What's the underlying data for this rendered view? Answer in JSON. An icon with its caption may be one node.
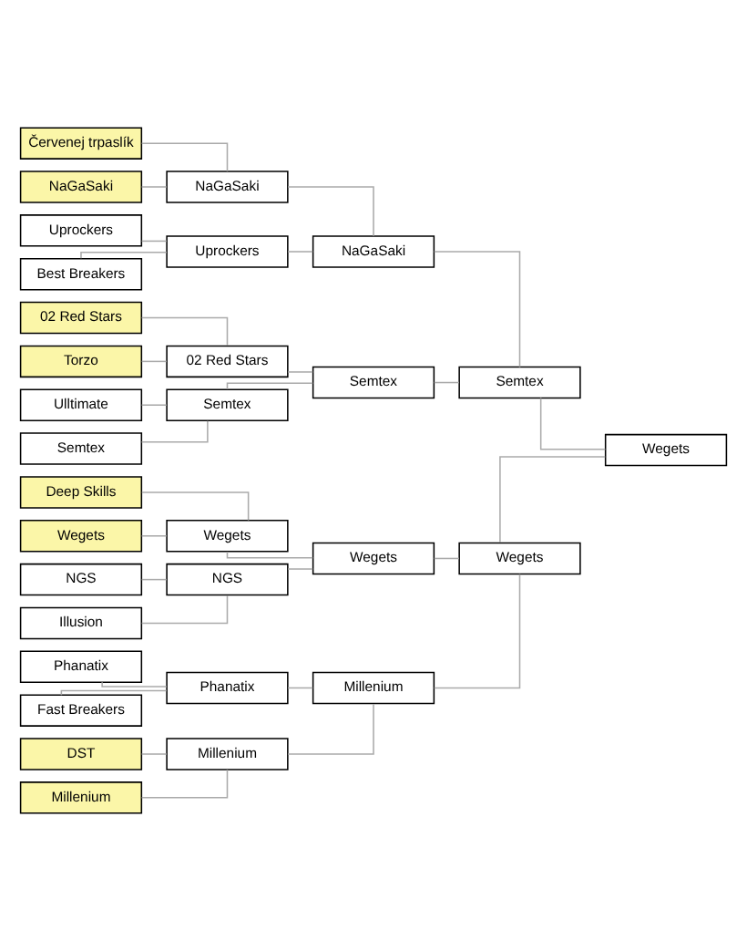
{
  "diagram": {
    "nodes": [
      {
        "text": [
          "Deep Skills"
        ]
      },
      {
        "text": [
          "Wegets"
        ]
      },
      {
        "text": [
          "NGS"
        ]
      },
      {
        "text": [
          "Illusion"
        ]
      },
      {
        "text": [
          "DST"
        ]
      },
      {
        "text": [
          "Millenium"
        ]
      },
      {
        "text": [
          "Phanatix"
        ]
      },
      {
        "text": [
          "Fast Breakers"
        ]
      },
      {
        "text": [
          "Červenej trpaslík"
        ]
      },
      {
        "text": [
          "NaGaSaki"
        ]
      },
      {
        "text": [
          "Uprockers"
        ]
      },
      {
        "text": [
          "Best Breakers"
        ]
      },
      {
        "text": [
          "02 Red Stars"
        ]
      },
      {
        "text": [
          "Torzo"
        ]
      },
      {
        "text": [
          "Ulltimate"
        ]
      },
      {
        "text": [
          "Semtex"
        ]
      },
      {
        "text": [
          "Wegets"
        ]
      },
      {
        "text": [
          "NGS"
        ]
      },
      {
        "text": [
          "Millenium"
        ]
      },
      {
        "text": [
          "Phanatix"
        ]
      },
      {
        "text": [
          "NaGaSaki"
        ]
      },
      {
        "text": [
          "Uprockers"
        ]
      },
      {
        "text": [
          "02 Red Stars"
        ]
      },
      {
        "text": [
          "Semtex"
        ]
      },
      {
        "text": [
          "Wegets"
        ]
      },
      {
        "text": [
          "Millenium"
        ]
      },
      {
        "text": [
          "NaGaSaki"
        ]
      },
      {
        "text": [
          "Semtex"
        ]
      },
      {
        "text": [
          "Wegets"
        ]
      },
      {
        "text": [
          "Semtex"
        ]
      },
      {
        "text": [
          "Wegets"
        ]
      }
    ],
    "edges": [
      {
        "from": 0,
        "to": 16,
        "arrow": "none"
      },
      {
        "from": 1,
        "to": 16,
        "arrow": "none"
      },
      {
        "from": 2,
        "to": 17,
        "arrow": "none"
      },
      {
        "from": 3,
        "to": 17,
        "arrow": "none"
      },
      {
        "from": 4,
        "to": 18,
        "arrow": "none"
      },
      {
        "from": 5,
        "to": 18,
        "arrow": "none"
      },
      {
        "from": 6,
        "to": 19,
        "arrow": "none"
      },
      {
        "from": 7,
        "to": 19,
        "arrow": "none"
      },
      {
        "from": 8,
        "to": 20,
        "arrow": "none"
      },
      {
        "from": 9,
        "to": 20,
        "arrow": "none"
      },
      {
        "from": 10,
        "to": 21,
        "arrow": "none"
      },
      {
        "from": 11,
        "to": 21,
        "arrow": "none"
      },
      {
        "from": 12,
        "to": 22,
        "arrow": "none"
      },
      {
        "from": 13,
        "to": 22,
        "arrow": "none"
      },
      {
        "from": 14,
        "to": 23,
        "arrow": "none"
      },
      {
        "from": 15,
        "to": 23,
        "arrow": "none"
      },
      {
        "from": 16,
        "to": 24,
        "arrow": "none"
      },
      {
        "from": 17,
        "to": 24,
        "arrow": "none"
      },
      {
        "from": 18,
        "to": 25,
        "arrow": "none"
      },
      {
        "from": 19,
        "to": 25,
        "arrow": "none"
      },
      {
        "from": 20,
        "to": 26,
        "arrow": "none"
      },
      {
        "from": 21,
        "to": 26,
        "arrow": "none"
      },
      {
        "from": 22,
        "to": 27,
        "arrow": "none"
      },
      {
        "from": 23,
        "to": 27,
        "arrow": "none"
      },
      {
        "from": 24,
        "to": 28,
        "arrow": "none"
      },
      {
        "from": 25,
        "to": 28,
        "arrow": "none"
      },
      {
        "from": 26,
        "to": 29,
        "arrow": "none"
      },
      {
        "from": 27,
        "to": 29,
        "arrow": "none"
      },
      {
        "from": 28,
        "to": 30,
        "arrow": "none"
      },
      {
        "from": 29,
        "to": 30,
        "arrow": "none"
      }
    ]
  }
}
